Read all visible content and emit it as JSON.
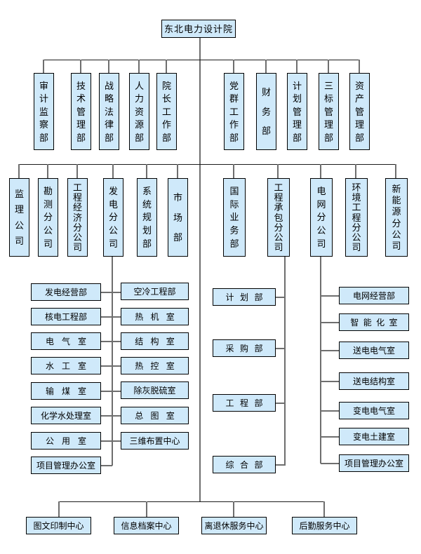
{
  "root": {
    "label": "东北电力设计院"
  },
  "level2": {
    "left": [
      "审计监察部",
      "技术管理部",
      "战略法律部",
      "人力资源部",
      "院长工作部"
    ],
    "right": [
      "党群工作部",
      "财务部",
      "计划管理部",
      "三标管理部",
      "资产管理部"
    ]
  },
  "level3": {
    "left": [
      "监理公司",
      "勘测分公司",
      "工程经济分公司",
      "发电分公司",
      "系统规划部",
      "市场部"
    ],
    "right": [
      "国际业务部",
      "工程承包分公司",
      "电网分公司",
      "环境工程分公司",
      "新能源分公司"
    ]
  },
  "generation_branch": {
    "left": [
      "发电经营部",
      "核电工程部",
      "电气室",
      "水工室",
      "输煤室",
      "化学水处理室",
      "公用室",
      "项目管理办公室"
    ],
    "right": [
      "空冷工程部",
      "热机室",
      "结构室",
      "热控室",
      "除灰脱硫室",
      "总图室",
      "三维布置中心"
    ]
  },
  "epc_branch": [
    "计划部",
    "采购部",
    "工程部",
    "综合部"
  ],
  "grid_branch": [
    "电网经营部",
    "智能化室",
    "送电电气室",
    "送电结构室",
    "变电电气室",
    "变电土建室",
    "项目管理办公室"
  ],
  "bottom": [
    "图文印制中心",
    "信息档案中心",
    "离退休服务中心",
    "后勤服务中心"
  ],
  "colors": {
    "box_fill": "#cfe9fa",
    "box_border": "#000000",
    "line_gray": "#6e6e6e",
    "line_dark": "#1c1c1c"
  }
}
